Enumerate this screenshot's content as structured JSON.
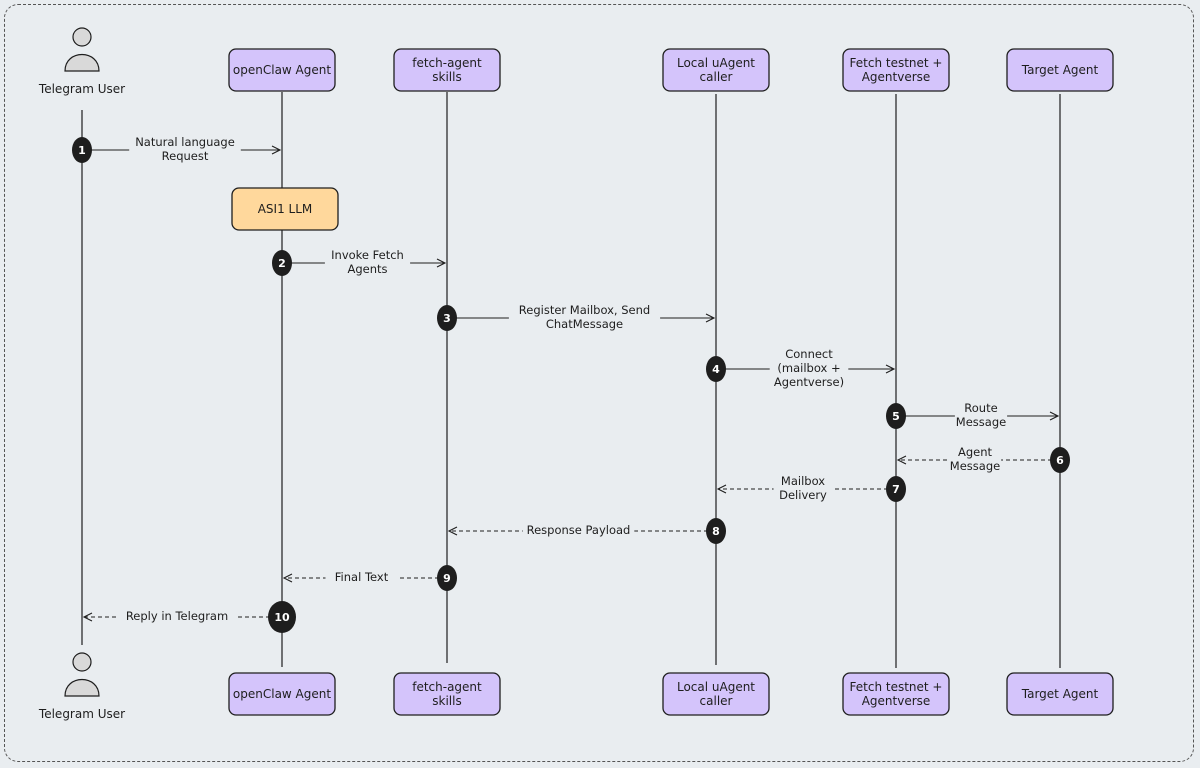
{
  "actors": [
    {
      "id": "user",
      "label": "Telegram User",
      "kind": "person"
    },
    {
      "id": "openclaw",
      "label": "openClaw Agent",
      "kind": "box"
    },
    {
      "id": "skills",
      "label": "fetch-agent skills",
      "kind": "box"
    },
    {
      "id": "caller",
      "label": "Local uAgent caller",
      "kind": "box"
    },
    {
      "id": "testnet",
      "label": "Fetch testnet + Agentverse",
      "kind": "box"
    },
    {
      "id": "target",
      "label": "Target Agent",
      "kind": "box"
    }
  ],
  "actor_lines": {
    "user": [
      "Telegram User"
    ],
    "openclaw": [
      "openClaw Agent"
    ],
    "skills": [
      "fetch-agent",
      "skills"
    ],
    "caller": [
      "Local uAgent",
      "caller"
    ],
    "testnet": [
      "Fetch testnet +",
      "Agentverse"
    ],
    "target": [
      "Target Agent"
    ]
  },
  "note": {
    "label": "ASI1 LLM",
    "on": "openclaw",
    "color": "#ffd89c"
  },
  "messages": [
    {
      "n": "1",
      "from": "user",
      "to": "openclaw",
      "style": "solid",
      "lines": [
        "Natural language",
        "Request"
      ]
    },
    {
      "n": "2",
      "from": "openclaw",
      "to": "skills",
      "style": "solid",
      "lines": [
        "Invoke Fetch",
        "Agents"
      ]
    },
    {
      "n": "3",
      "from": "skills",
      "to": "caller",
      "style": "solid",
      "lines": [
        "Register Mailbox, Send",
        "ChatMessage"
      ]
    },
    {
      "n": "4",
      "from": "caller",
      "to": "testnet",
      "style": "solid",
      "lines": [
        "Connect",
        "(mailbox +",
        "Agentverse)"
      ]
    },
    {
      "n": "5",
      "from": "testnet",
      "to": "target",
      "style": "solid",
      "lines": [
        "Route",
        "Message"
      ]
    },
    {
      "n": "6",
      "from": "target",
      "to": "testnet",
      "style": "dashed",
      "lines": [
        "Agent",
        "Message"
      ]
    },
    {
      "n": "7",
      "from": "testnet",
      "to": "caller",
      "style": "dashed",
      "lines": [
        "Mailbox",
        "Delivery"
      ]
    },
    {
      "n": "8",
      "from": "caller",
      "to": "skills",
      "style": "dashed",
      "lines": [
        "Response Payload"
      ]
    },
    {
      "n": "9",
      "from": "skills",
      "to": "openclaw",
      "style": "dashed",
      "lines": [
        "Final Text"
      ]
    },
    {
      "n": "10",
      "from": "openclaw",
      "to": "user",
      "style": "dashed",
      "lines": [
        "Reply in Telegram"
      ]
    }
  ]
}
